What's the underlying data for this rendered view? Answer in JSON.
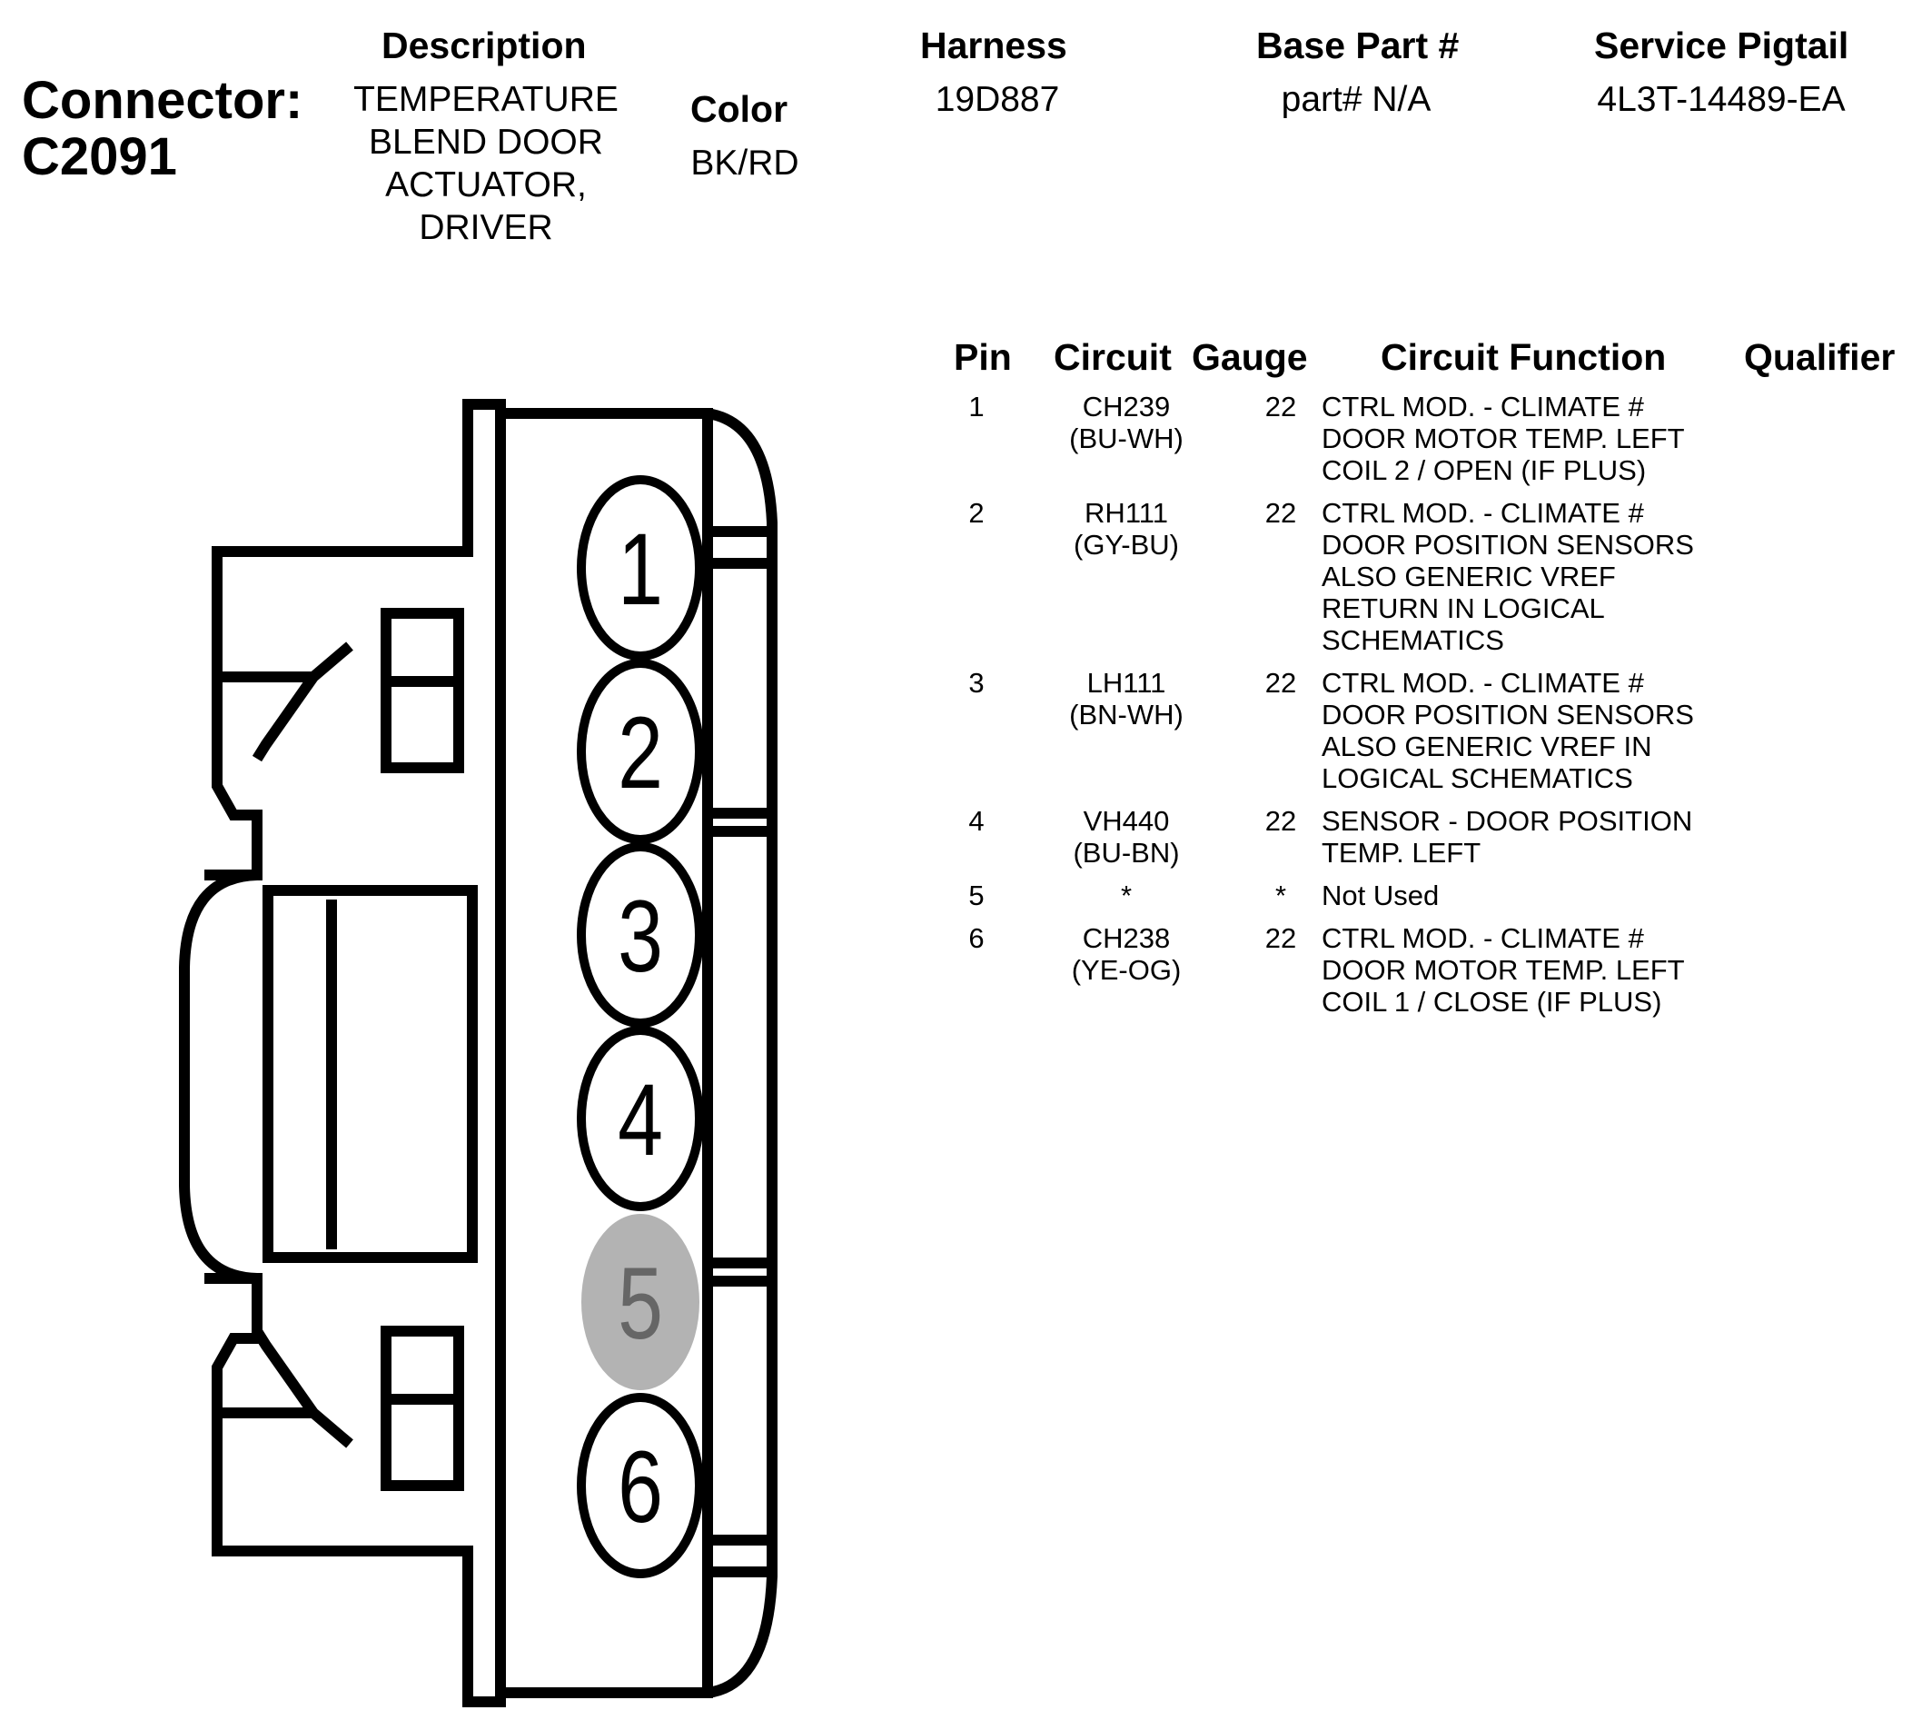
{
  "connector": {
    "label": "Connector:",
    "id": "C2091"
  },
  "header": {
    "description": {
      "label": "Description",
      "lines": [
        "TEMPERATURE",
        "BLEND DOOR",
        "ACTUATOR,",
        "DRIVER"
      ]
    },
    "color": {
      "label": "Color",
      "value": "BK/RD"
    },
    "harness": {
      "label": "Harness",
      "value": "19D887"
    },
    "base_part": {
      "label": "Base Part #",
      "value": "part# N/A"
    },
    "service_pigtail": {
      "label": "Service Pigtail",
      "value": "4L3T-14489-EA"
    }
  },
  "table": {
    "headers": {
      "pin": "Pin",
      "circuit": "Circuit",
      "gauge": "Gauge",
      "function": "Circuit Function",
      "qualifier": "Qualifier"
    },
    "rows": [
      {
        "pin": "1",
        "circuit": [
          "CH239",
          "(BU-WH)"
        ],
        "gauge": "22",
        "function": [
          "CTRL MOD. - CLIMATE #",
          "DOOR MOTOR TEMP. LEFT",
          "COIL 2 / OPEN (IF PLUS)"
        ]
      },
      {
        "pin": "2",
        "circuit": [
          "RH111",
          "(GY-BU)"
        ],
        "gauge": "22",
        "function": [
          "CTRL MOD. - CLIMATE #",
          "DOOR POSITION SENSORS",
          "ALSO GENERIC VREF",
          "RETURN IN LOGICAL",
          "SCHEMATICS"
        ]
      },
      {
        "pin": "3",
        "circuit": [
          "LH111",
          "(BN-WH)"
        ],
        "gauge": "22",
        "function": [
          "CTRL MOD. - CLIMATE #",
          "DOOR POSITION SENSORS",
          "ALSO GENERIC VREF IN",
          "LOGICAL SCHEMATICS"
        ]
      },
      {
        "pin": "4",
        "circuit": [
          "VH440",
          "(BU-BN)"
        ],
        "gauge": "22",
        "function": [
          "SENSOR - DOOR POSITION",
          "TEMP. LEFT"
        ]
      },
      {
        "pin": "5",
        "circuit": [
          "*"
        ],
        "gauge": "*",
        "function": [
          "Not Used"
        ]
      },
      {
        "pin": "6",
        "circuit": [
          "CH238",
          "(YE-OG)"
        ],
        "gauge": "22",
        "function": [
          "CTRL MOD. - CLIMATE #",
          "DOOR MOTOR TEMP. LEFT",
          "COIL 1 / CLOSE (IF PLUS)"
        ]
      }
    ]
  },
  "diagram": {
    "pins": [
      {
        "label": "1",
        "used": true
      },
      {
        "label": "2",
        "used": true
      },
      {
        "label": "3",
        "used": true
      },
      {
        "label": "4",
        "used": true
      },
      {
        "label": "5",
        "used": false
      },
      {
        "label": "6",
        "used": true
      }
    ],
    "colors": {
      "stroke": "#000000",
      "pin_fill": "#ffffff",
      "unused_fill": "#b3b3b3",
      "unused_text": "#666666"
    }
  }
}
